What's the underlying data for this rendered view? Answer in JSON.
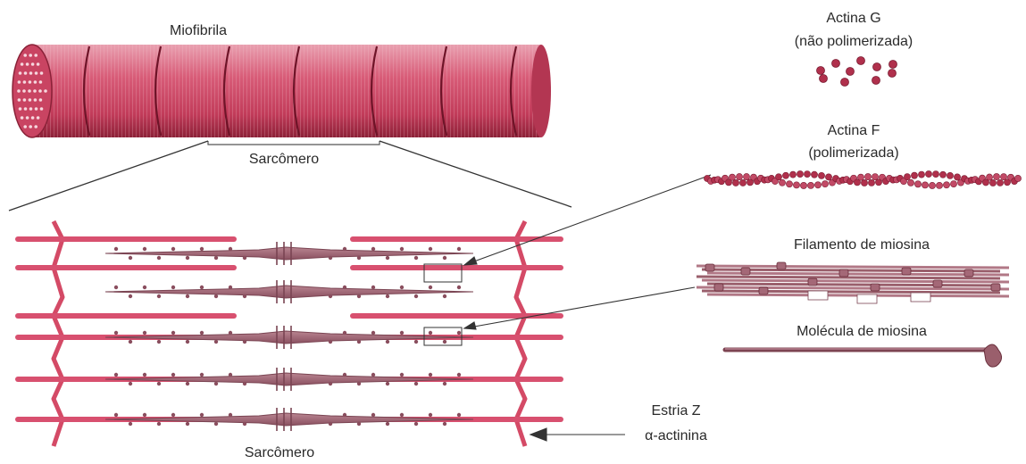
{
  "labels": {
    "myofibril": "Miofibrila",
    "sarcomere_top": "Sarcômero",
    "sarcomere_bottom": "Sarcômero",
    "actin_g_line1": "Actina G",
    "actin_g_line2": "(não polimerizada)",
    "actin_f_line1": "Actina F",
    "actin_f_line2": "(polimerizada)",
    "myosin_filament": "Filamento de miosina",
    "myosin_molecule": "Molécula de miosina",
    "z_line": "Estria Z",
    "alpha_actinin": "α-actinina"
  },
  "colors": {
    "muscle": "#d44a66",
    "muscle_dark": "#9e2f48",
    "thin_filament": "#d8506f",
    "thick_filament": "#9a5f6c",
    "bead": "#b0304c"
  }
}
